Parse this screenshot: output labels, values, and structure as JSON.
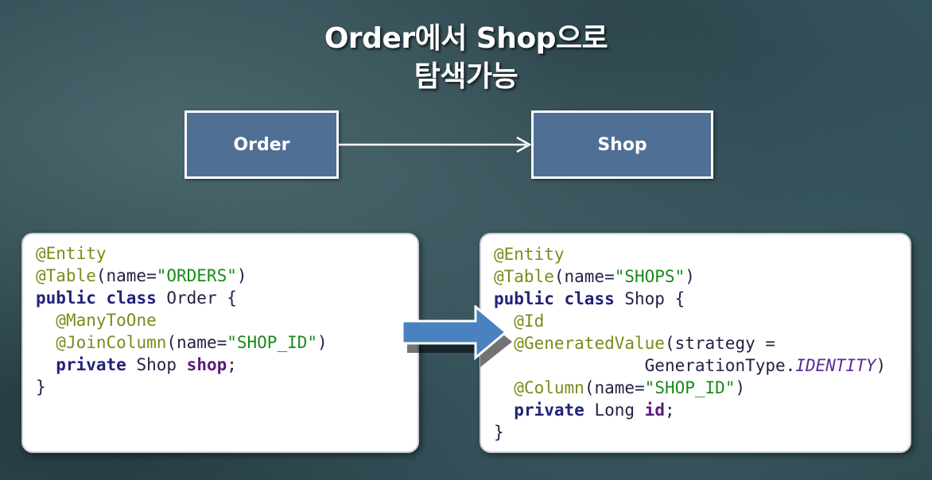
{
  "title": {
    "line1": "Order에서 Shop으로",
    "line2": "탐색가능"
  },
  "diagram": {
    "source": "Order",
    "target": "Shop"
  },
  "code_left": {
    "l1_ann": "@Entity",
    "l2_ann": "@Table",
    "l2_open": "(name=",
    "l2_str": "\"ORDERS\"",
    "l2_close": ")",
    "l3_kw1": "public",
    "l3_kw2": "class",
    "l3_rest": " Order {",
    "l4_ann": "@ManyToOne",
    "l5_ann": "@JoinColumn",
    "l5_open": "(name=",
    "l5_str": "\"SHOP_ID\"",
    "l5_close": ")",
    "l6_kw": "private",
    "l6_type": " Shop ",
    "l6_field": "shop",
    "l6_end": ";",
    "l7": "}"
  },
  "code_right": {
    "l1_ann": "@Entity",
    "l2_ann": "@Table",
    "l2_open": "(name=",
    "l2_str": "\"SHOPS\"",
    "l2_close": ")",
    "l3_kw1": "public",
    "l3_kw2": "class",
    "l3_rest": " Shop {",
    "l4_ann": "@Id",
    "l5_ann": "@GeneratedValue",
    "l5_rest": "(strategy =",
    "l6_type": "GenerationType.",
    "l6_const": "IDENTITY",
    "l6_end": ")",
    "l7_ann": "@Column",
    "l7_open": "(name=",
    "l7_str": "\"SHOP_ID\"",
    "l7_close": ")",
    "l8_kw": "private",
    "l8_type": " Long ",
    "l8_field": "id",
    "l8_end": ";",
    "l9": "}"
  },
  "colors": {
    "entity_box": "#4f6f94",
    "big_arrow": "#4a82c0",
    "annotation": "#7c8a1a",
    "keyword": "#22227a",
    "string": "#1a8a1a"
  }
}
